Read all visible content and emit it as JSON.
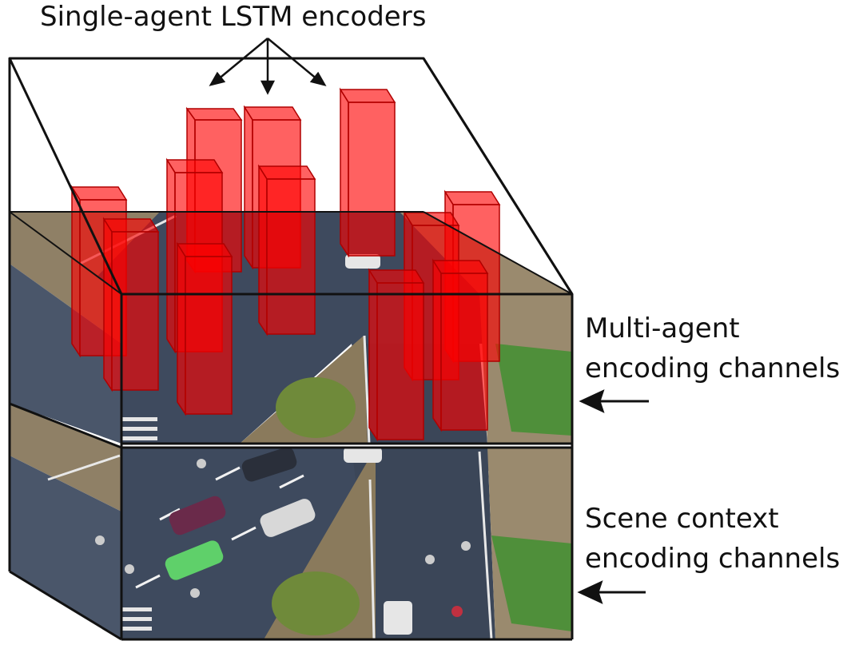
{
  "labels": {
    "top": "Single-agent LSTM encoders",
    "multi_agent": [
      "Multi-agent",
      "encoding channels"
    ],
    "scene_context": [
      "Scene context",
      "encoding channels"
    ]
  },
  "colors": {
    "prism_fill": "#ff0000",
    "prism_edge": "#b00000",
    "road": "#3e4a5e",
    "grass": "#4f8f3a",
    "median": "#7a6a4a",
    "outline": "#111111"
  },
  "icons": [
    "arrow-down-icon",
    "arrow-left-icon"
  ]
}
